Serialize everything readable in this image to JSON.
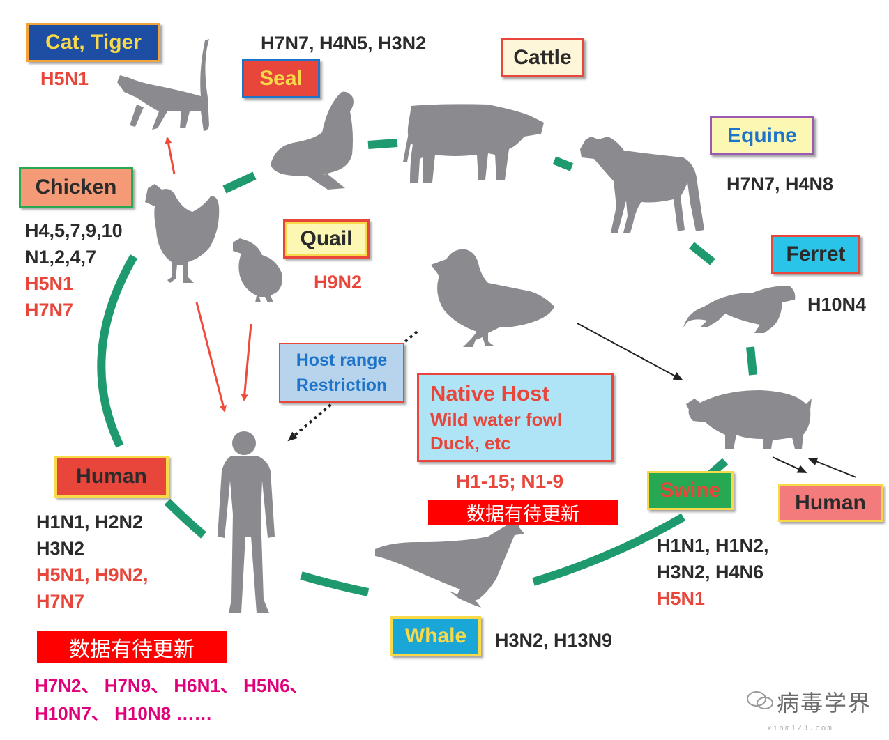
{
  "colors": {
    "ring": "#1f9a6e",
    "silhouette": "#8a8a8f",
    "red_arrow": "#ef4a3a",
    "label_red": "#e8463a",
    "label_dark": "#2b2b2b",
    "new_strains": "#e0007a",
    "banner_red": "#ff0000"
  },
  "labels": {
    "cat_tiger": "Cat, Tiger",
    "seal": "Seal",
    "cattle": "Cattle",
    "equine": "Equine",
    "ferret": "Ferret",
    "chicken": "Chicken",
    "quail": "Quail",
    "human_left": "Human",
    "swine": "Swine",
    "human_right": "Human",
    "whale": "Whale",
    "host_range_1": "Host range",
    "host_range_2": "Restriction",
    "native_host_title": "Native Host",
    "native_host_line1": "Wild water fowl",
    "native_host_line2": "Duck, etc"
  },
  "subtypes": {
    "cat_tiger": "H5N1",
    "seal": "H7N7, H4N5, H3N2",
    "equine": "H7N7, H4N8",
    "ferret": "H10N4",
    "chicken": [
      "H4,5,7,9,10",
      "N1,2,4,7",
      "H5N1",
      "H7N7"
    ],
    "quail": "H9N2",
    "native_host": "H1-15; N1-9",
    "human": [
      "H1N1, H2N2",
      "H3N2",
      "H5N1, H9N2,",
      "H7N7"
    ],
    "swine": [
      "H1N1, H1N2,",
      "H3N2, H4N6",
      "H5N1"
    ],
    "whale": "H3N2, H13N9"
  },
  "banners": {
    "update_center": "数据有待更新",
    "update_left": "数据有待更新"
  },
  "new_strains": {
    "line1": "H7N2、 H7N9、 H6N1、 H5N6、",
    "line2": "H10N7、 H10N8 ……"
  },
  "watermark": {
    "name": "病毒学界",
    "site": "xinm123.com"
  },
  "icons": [
    "cat-icon",
    "seal-icon",
    "cattle-icon",
    "horse-icon",
    "ferret-icon",
    "chicken-icon",
    "quail-icon",
    "duck-icon",
    "pig-icon",
    "whale-icon",
    "human-icon"
  ]
}
